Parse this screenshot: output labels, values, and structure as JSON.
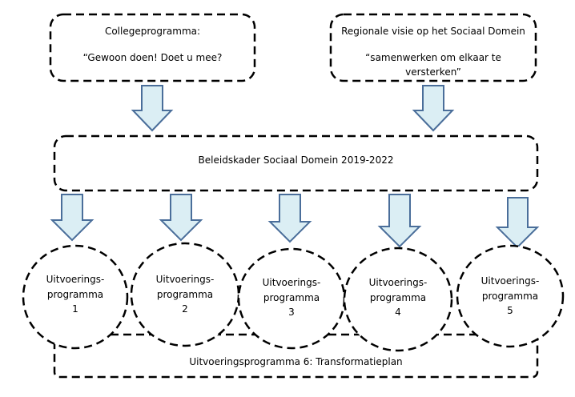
{
  "top_left": {
    "title": "Collegeprogramma:",
    "quote": "“Gewoon doen! Doet u mee?"
  },
  "top_right": {
    "title": "Regionale visie op het Sociaal Domein",
    "quote_line1": "“samenwerken om elkaar te",
    "quote_line2": "versterken”"
  },
  "framework": {
    "label": "Beleidskader Sociaal Domein 2019-2022"
  },
  "programs": [
    {
      "line1": "Uitvoerings-",
      "line2": "programma",
      "number": "1"
    },
    {
      "line1": "Uitvoerings-",
      "line2": "programma",
      "number": "2"
    },
    {
      "line1": "Uitvoerings-",
      "line2": "programma",
      "number": "3"
    },
    {
      "line1": "Uitvoerings-",
      "line2": "programma",
      "number": "4"
    },
    {
      "line1": "Uitvoerings-",
      "line2": "programma",
      "number": "5"
    }
  ],
  "bottom_bar": {
    "label": "Uitvoeringsprogramma 6: Transformatieplan"
  },
  "colors": {
    "arrow_fill": "#dbeef4",
    "arrow_stroke": "#4a6e9a",
    "border": "#000000"
  }
}
